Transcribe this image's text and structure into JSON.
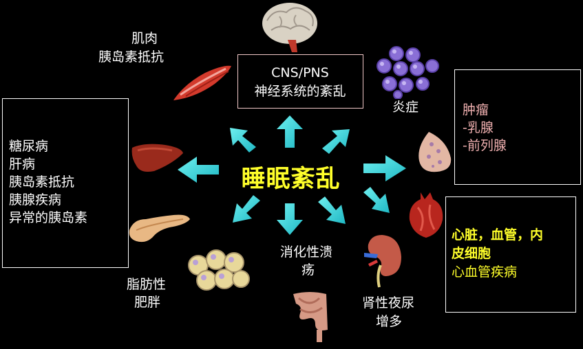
{
  "center": {
    "label": "睡眠紊乱",
    "color": "#ffff2a"
  },
  "cns_box": {
    "line1": "CNS/PNS",
    "line2": "神经系统的紊乱"
  },
  "muscle": {
    "line1": "肌肉",
    "line2": "胰岛素抵抗"
  },
  "left_box": {
    "items": [
      "糖尿病",
      "肝病",
      "胰岛素抵抗",
      "胰腺疾病",
      "异常的胰岛素"
    ]
  },
  "inflammation": {
    "label": "炎症"
  },
  "tumor_box": {
    "items": [
      "肿瘤",
      "-乳腺",
      "-前列腺"
    ],
    "color": "#f0b0b0"
  },
  "heart_box": {
    "line1": "心脏，血管，内",
    "line2": "皮细胞",
    "line3": "心血管疾病",
    "color": "#ffff2a"
  },
  "fat": {
    "line1": "脂肪性",
    "line2": "肥胖"
  },
  "digestive": {
    "line1": "消化性溃",
    "line2": "疡"
  },
  "kidney": {
    "line1": "肾性夜尿",
    "line2": "增多"
  },
  "arrow_color": "#33d6d6",
  "icons": [
    "brain-icon",
    "muscle-icon",
    "inflammation-cells-icon",
    "liver-icon",
    "pancreas-icon",
    "breast-tumor-icon",
    "heart-icon",
    "kidney-icon",
    "fat-cells-icon",
    "intestine-icon"
  ]
}
